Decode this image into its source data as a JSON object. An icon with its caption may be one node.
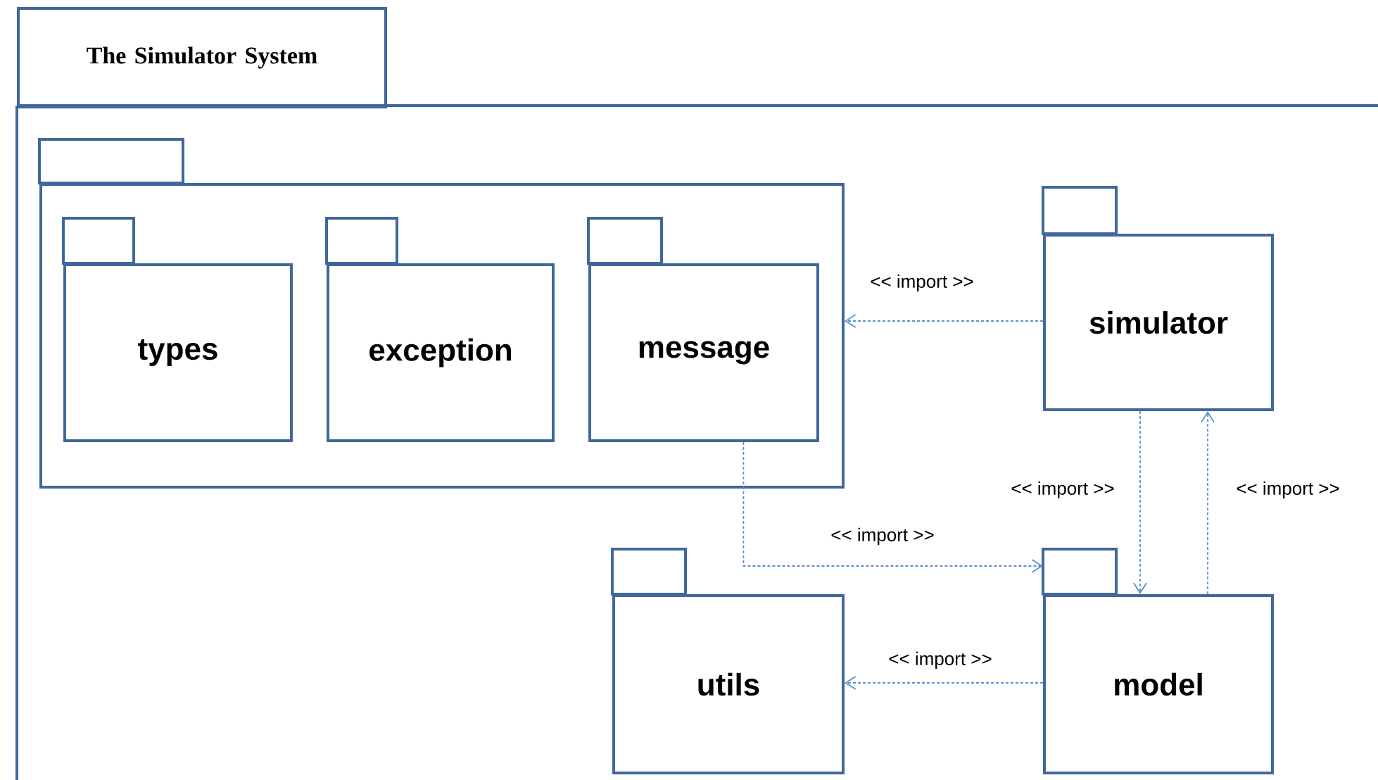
{
  "diagram": {
    "nodes": [
      {
        "text": [
          "The Simulator System"
        ]
      },
      {
        "text": [],
        "shape": "box",
        "in": 0
      },
      {
        "text": [
          "types"
        ],
        "in": 1
      },
      {
        "text": [
          "exception"
        ],
        "in": 1
      },
      {
        "text": [
          "message"
        ],
        "in": 1
      },
      {
        "text": [
          "simulator"
        ],
        "in": 0
      },
      {
        "text": [
          "utils"
        ],
        "in": 0
      },
      {
        "text": [
          "model"
        ],
        "in": 0
      }
    ],
    "edges": [
      {
        "from": 5,
        "to": 1,
        "arrow": "to",
        "label": "<< import >>",
        "style": "dashed"
      },
      {
        "from": 4,
        "to": 7,
        "arrow": "to",
        "label": "<< import >>",
        "style": "dashed"
      },
      {
        "from": 5,
        "to": 7,
        "arrow": "to",
        "label": "<< import >>",
        "style": "dashed"
      },
      {
        "from": 7,
        "to": 5,
        "arrow": "to",
        "label": "<< import >>",
        "style": "dashed"
      },
      {
        "from": 7,
        "to": 6,
        "arrow": "to",
        "label": "<< import >>",
        "style": "dashed"
      }
    ]
  }
}
